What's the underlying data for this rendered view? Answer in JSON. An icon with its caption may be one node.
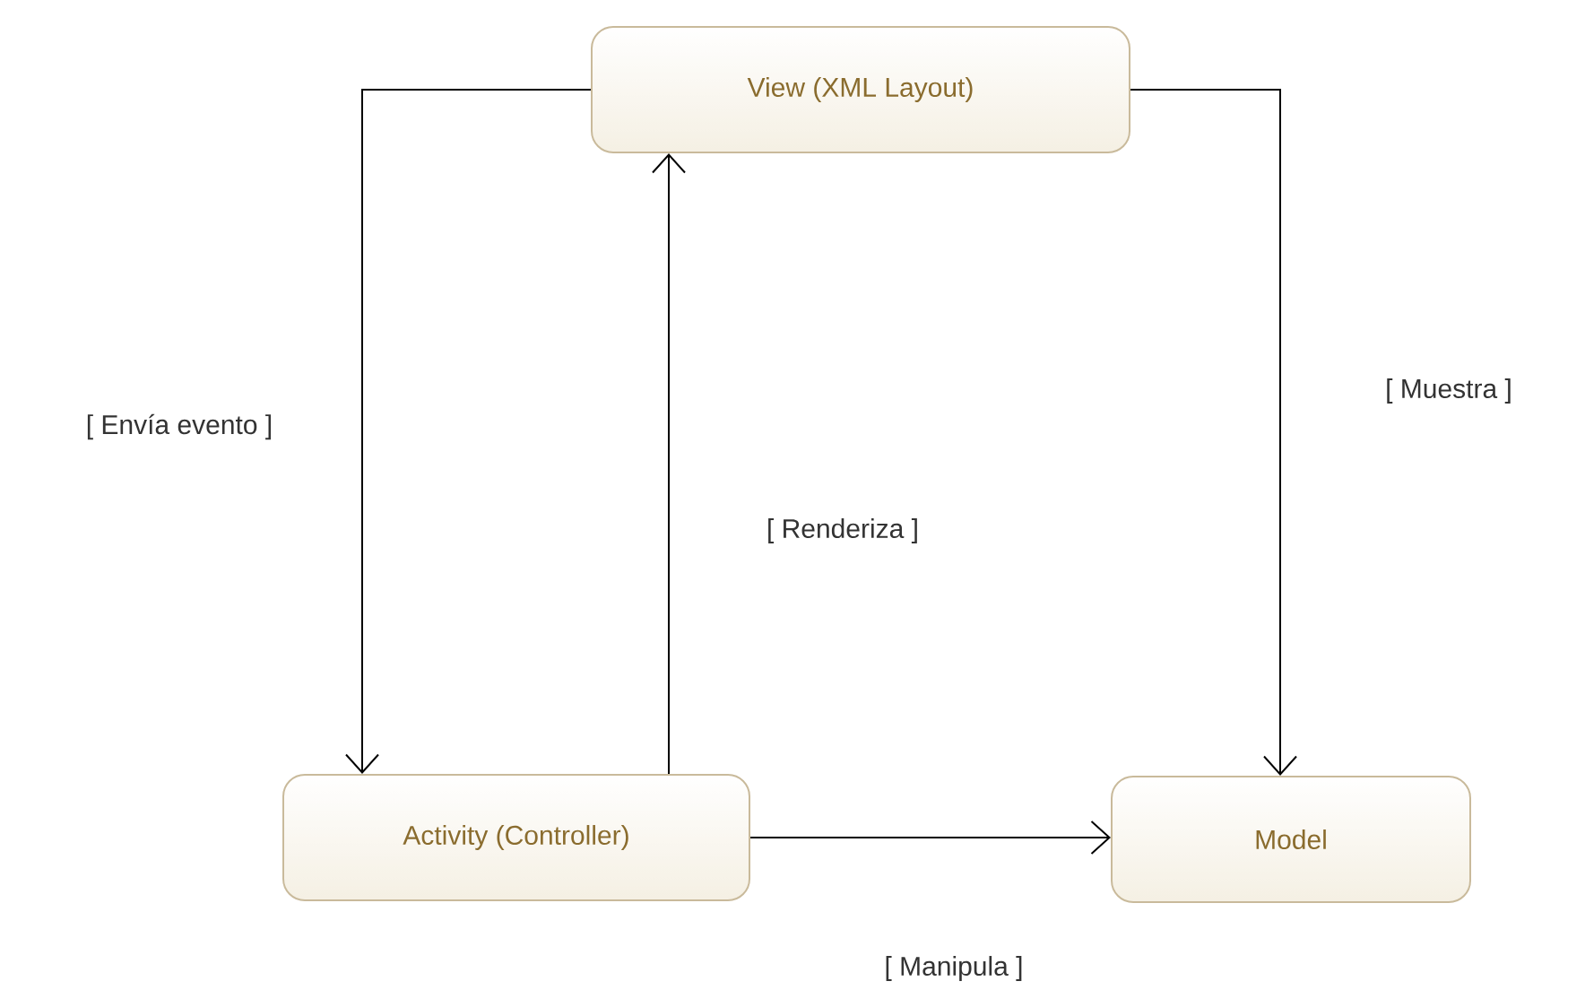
{
  "diagram": {
    "nodes": [
      {
        "text": [
          "View (XML Layout)"
        ]
      },
      {
        "text": [
          "Activity (Controller)"
        ]
      },
      {
        "text": [
          "Model"
        ]
      }
    ],
    "edges": [
      {
        "from": 0,
        "to": 1,
        "arrow": "to",
        "label": "[ Envía evento ]"
      },
      {
        "from": 1,
        "to": 0,
        "arrow": "to",
        "label": "[ Renderiza ]"
      },
      {
        "from": 0,
        "to": 2,
        "arrow": "to",
        "label": "[ Muestra ]"
      },
      {
        "from": 1,
        "to": 2,
        "arrow": "to",
        "label": "[ Manipula ]"
      }
    ]
  }
}
